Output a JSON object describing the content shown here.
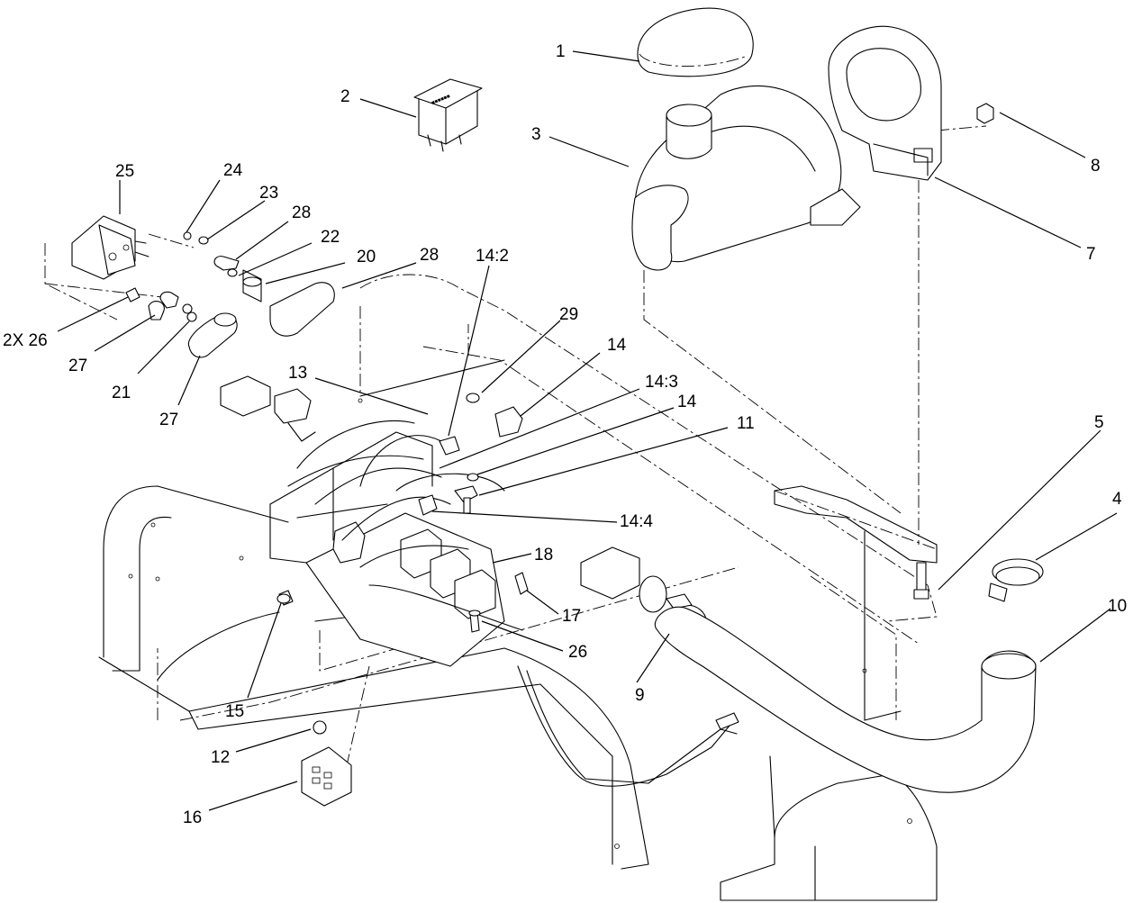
{
  "callouts": [
    {
      "id": "c1",
      "label": "1"
    },
    {
      "id": "c2",
      "label": "2"
    },
    {
      "id": "c3",
      "label": "3"
    },
    {
      "id": "c8",
      "label": "8"
    },
    {
      "id": "c7",
      "label": "7"
    },
    {
      "id": "c25",
      "label": "25"
    },
    {
      "id": "c24",
      "label": "24"
    },
    {
      "id": "c23",
      "label": "23"
    },
    {
      "id": "c28a",
      "label": "28"
    },
    {
      "id": "c22",
      "label": "22"
    },
    {
      "id": "c20",
      "label": "20"
    },
    {
      "id": "c28b",
      "label": "28"
    },
    {
      "id": "c14_2",
      "label": "14:2"
    },
    {
      "id": "c29",
      "label": "29"
    },
    {
      "id": "c14a",
      "label": "14"
    },
    {
      "id": "c2x26",
      "label": "2X 26"
    },
    {
      "id": "c27a",
      "label": "27"
    },
    {
      "id": "c21",
      "label": "21"
    },
    {
      "id": "c27b",
      "label": "27"
    },
    {
      "id": "c13",
      "label": "13"
    },
    {
      "id": "c14_3",
      "label": "14:3"
    },
    {
      "id": "c14b",
      "label": "14"
    },
    {
      "id": "c11",
      "label": "11"
    },
    {
      "id": "c14_4",
      "label": "14:4"
    },
    {
      "id": "c5",
      "label": "5"
    },
    {
      "id": "c4",
      "label": "4"
    },
    {
      "id": "c10",
      "label": "10"
    },
    {
      "id": "c18",
      "label": "18"
    },
    {
      "id": "c17",
      "label": "17"
    },
    {
      "id": "c26",
      "label": "26"
    },
    {
      "id": "c9",
      "label": "9"
    },
    {
      "id": "c15",
      "label": "15"
    },
    {
      "id": "c12",
      "label": "12"
    },
    {
      "id": "c16",
      "label": "16"
    }
  ],
  "part_labels": {
    "relay_label_text": "■■■■■■"
  }
}
